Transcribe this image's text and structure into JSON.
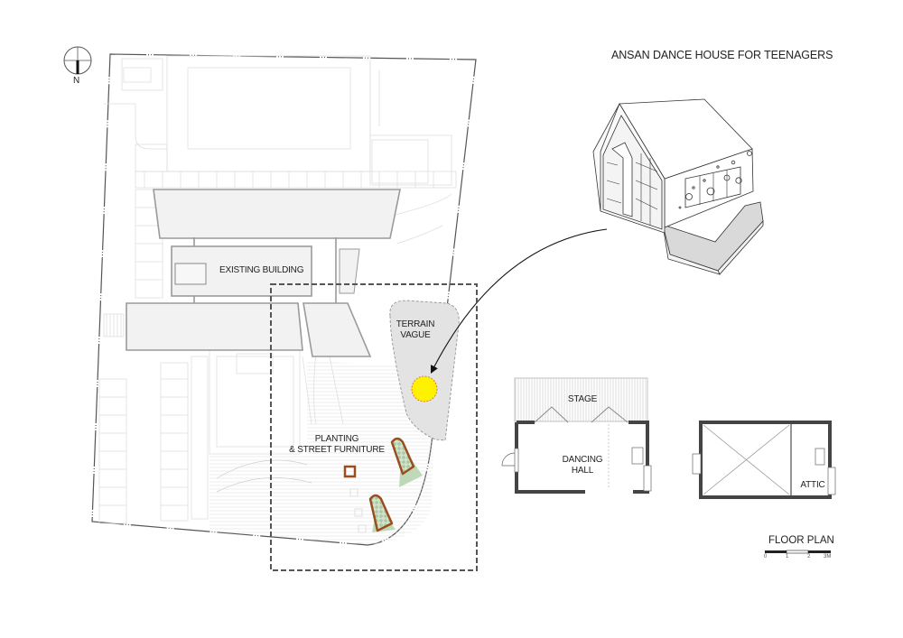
{
  "title": "ANSAN DANCE HOUSE FOR TEENAGERS",
  "north_arrow": {
    "label": "N",
    "icon": "north-arrow-icon"
  },
  "site_plan": {
    "labels": {
      "existing_building": "EXISTING BUILDING",
      "terrain_vague_line1": "TERRAIN",
      "terrain_vague_line2": "VAGUE",
      "planting_line1": "PLANTING",
      "planting_line2": "& STREET FURNITURE"
    },
    "colors": {
      "marker_fill": "#FFF200",
      "marker_outline": "#E8542B",
      "terrain_fill": "#E3E3E3",
      "planter_edge": "#9A4E1F",
      "planting_fill": "#BFD9B8",
      "building_fill": "#F2F2F2"
    }
  },
  "floor_plans": {
    "ground": {
      "stage": "STAGE",
      "dancing_hall_line1": "DANCING",
      "dancing_hall_line2": "HALL"
    },
    "upper": {
      "attic": "ATTIC"
    },
    "title": "FLOOR PLAN",
    "scale_ticks": [
      "0",
      "1",
      "2",
      "3M"
    ]
  }
}
